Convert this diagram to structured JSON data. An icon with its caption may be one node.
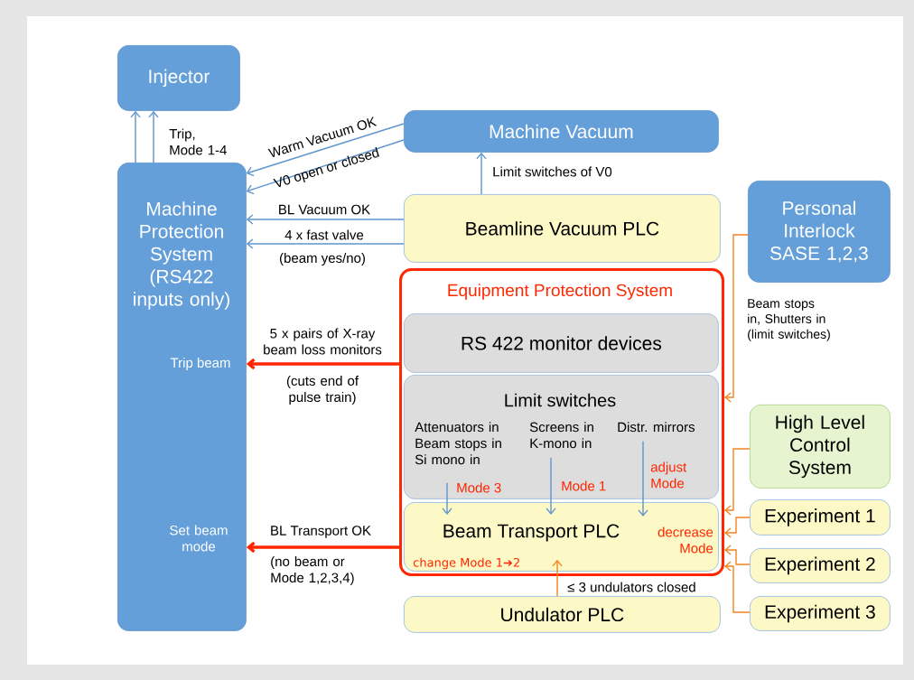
{
  "diagram": {
    "nodes": [
      {
        "text": [
          "Injector"
        ]
      },
      {
        "text": [
          "Machine Protection System (RS422 inputs only)",
          "Trip beam",
          "Set beam mode"
        ]
      },
      {
        "text": [
          "Machine Vacuum"
        ]
      },
      {
        "text": [
          "Beamline Vacuum PLC"
        ]
      },
      {
        "text": [
          "Personal Interlock SASE 1,2,3"
        ]
      },
      {
        "text": [
          "Equipment Protection System"
        ]
      },
      {
        "text": [
          "RS 422 monitor devices"
        ],
        "in": 5
      },
      {
        "text": [
          "Limit switches",
          "Attenuators in Beam stops in Si mono in",
          "Screens in K-mono in",
          "Distr. mirrors"
        ],
        "in": 5
      },
      {
        "text": [
          "Beam Transport PLC",
          "decrease Mode",
          "change Mode 1➔2"
        ],
        "in": 5
      },
      {
        "text": [
          "High Level Control System"
        ]
      },
      {
        "text": [
          "Experiment 1"
        ]
      },
      {
        "text": [
          "Experiment 2"
        ]
      },
      {
        "text": [
          "Experiment 3"
        ]
      },
      {
        "text": [
          "Undulator PLC"
        ]
      }
    ],
    "edges": [
      {
        "from": 1,
        "to": 0,
        "arrow": "to"
      },
      {
        "from": 1,
        "to": 0,
        "arrow": "to",
        "label": "Trip, Mode 1-4"
      },
      {
        "from": 2,
        "to": 1,
        "arrow": "to",
        "label": "Warm Vacuum OK"
      },
      {
        "from": 2,
        "to": 1,
        "arrow": "to",
        "label": "V0 open or closed"
      },
      {
        "from": 3,
        "to": 2,
        "arrow": "to",
        "label": "Limit switches of V0"
      },
      {
        "from": 3,
        "to": 1,
        "arrow": "to",
        "label": "BL Vacuum OK"
      },
      {
        "from": 3,
        "to": 1,
        "arrow": "to",
        "label": "4 x fast valve"
      },
      {
        "from": 5,
        "to": 1,
        "arrow": "to",
        "label": "5 x pairs of X-ray beam loss monitors",
        "style": "thick",
        "color": "#ff2600"
      },
      {
        "from": 5,
        "to": 1,
        "arrow": "to",
        "label": "BL Transport OK",
        "style": "thick",
        "color": "#ff2600"
      },
      {
        "from": 7,
        "to": 8,
        "arrow": "to",
        "label": "Mode 3"
      },
      {
        "from": 7,
        "to": 8,
        "arrow": "to",
        "label": "Mode 1"
      },
      {
        "from": 7,
        "to": 8,
        "arrow": "to",
        "label": "adjust Mode"
      },
      {
        "from": 4,
        "to": 5,
        "arrow": "to",
        "color": "#f58220"
      },
      {
        "from": 9,
        "to": 5,
        "arrow": "to",
        "color": "#f58220"
      },
      {
        "from": 10,
        "to": 5,
        "arrow": "to",
        "color": "#f58220"
      },
      {
        "from": 11,
        "to": 5,
        "arrow": "to",
        "color": "#f58220"
      },
      {
        "from": 12,
        "to": 5,
        "arrow": "to",
        "color": "#f58220"
      },
      {
        "from": 13,
        "to": 8,
        "arrow": "to",
        "label": "≤ 3 undulators closed",
        "color": "#f58220"
      }
    ],
    "labels": [
      "(beam yes/no)",
      "(cuts end of pulse train)",
      "(no beam or Mode 1,2,3,4)",
      "Beam stops in, Shutters in (limit switches)"
    ]
  }
}
